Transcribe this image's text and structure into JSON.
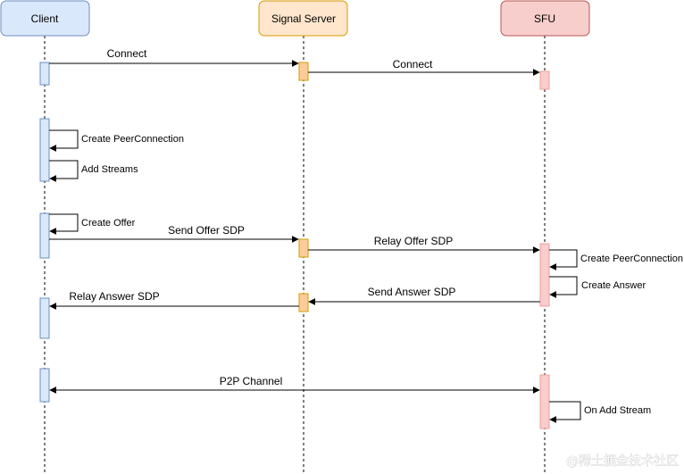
{
  "actors": [
    {
      "id": "client",
      "label": "Client",
      "fill": "#dae8fc",
      "stroke": "#6c8ebf"
    },
    {
      "id": "signal",
      "label": "Signal Server",
      "fill": "#ffe6cc",
      "stroke": "#d79b00"
    },
    {
      "id": "sfu",
      "label": "SFU",
      "fill": "#f8cecc",
      "stroke": "#b85450"
    }
  ],
  "messages": [
    {
      "id": "client-signal-connect",
      "label": "Connect",
      "from": "client",
      "to": "signal",
      "dir": "right"
    },
    {
      "id": "signal-sfu-connect",
      "label": "Connect",
      "from": "signal",
      "to": "sfu",
      "dir": "right"
    },
    {
      "id": "send-offer-sdp",
      "label": "Send Offer SDP",
      "from": "client",
      "to": "signal",
      "dir": "right"
    },
    {
      "id": "relay-offer-sdp",
      "label": "Relay Offer SDP",
      "from": "signal",
      "to": "sfu",
      "dir": "right"
    },
    {
      "id": "send-answer-sdp",
      "label": "Send Answer SDP",
      "from": "sfu",
      "to": "signal",
      "dir": "left"
    },
    {
      "id": "relay-answer-sdp",
      "label": "Relay Answer SDP",
      "from": "signal",
      "to": "client",
      "dir": "left"
    },
    {
      "id": "p2p-channel",
      "label": "P2P Channel",
      "from": "client",
      "to": "sfu",
      "dir": "both"
    }
  ],
  "self_calls": [
    {
      "id": "client-create-peerconnection",
      "label": "Create PeerConnection",
      "actor": "client"
    },
    {
      "id": "client-add-streams",
      "label": "Add Streams",
      "actor": "client"
    },
    {
      "id": "client-create-offer",
      "label": "Create Offer",
      "actor": "client"
    },
    {
      "id": "sfu-create-peerconnection",
      "label": "Create PeerConnection",
      "actor": "sfu"
    },
    {
      "id": "sfu-create-answer",
      "label": "Create Answer",
      "actor": "sfu"
    },
    {
      "id": "sfu-on-add-stream",
      "label": "On Add Stream",
      "actor": "sfu"
    }
  ],
  "watermark": "@稀土掘金技术社区"
}
